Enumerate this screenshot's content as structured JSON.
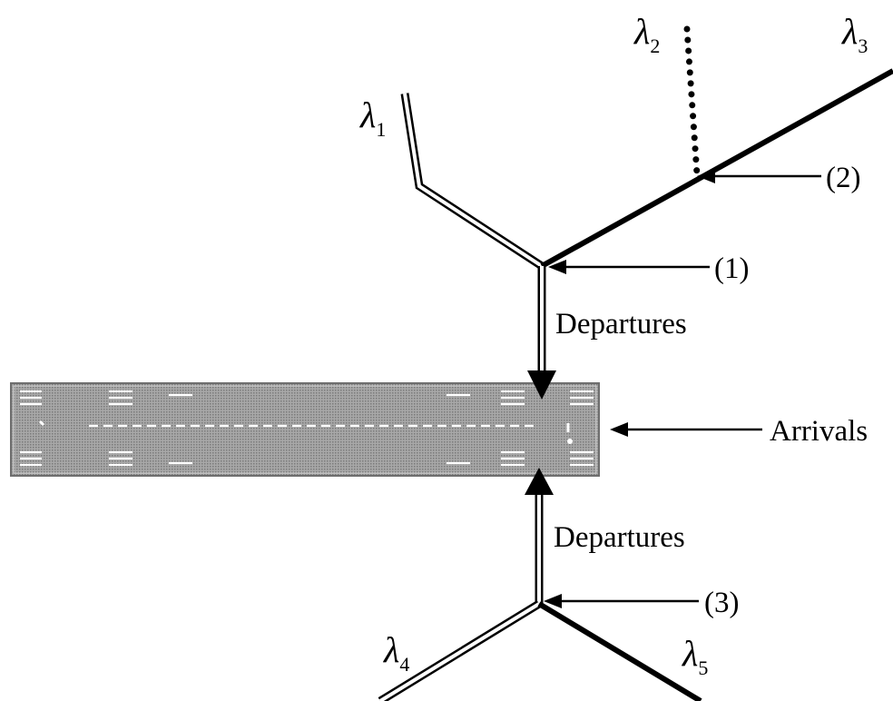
{
  "streams": {
    "lambda1": {
      "symbol": "λ",
      "sub": "1"
    },
    "lambda2": {
      "symbol": "λ",
      "sub": "2"
    },
    "lambda3": {
      "symbol": "λ",
      "sub": "3"
    },
    "lambda4": {
      "symbol": "λ",
      "sub": "4"
    },
    "lambda5": {
      "symbol": "λ",
      "sub": "5"
    }
  },
  "merge_points": {
    "p1": "(1)",
    "p2": "(2)",
    "p3": "(3)"
  },
  "flows": {
    "departures_top": "Departures",
    "departures_bottom": "Departures",
    "arrivals": "Arrivals"
  },
  "colors": {
    "line": "#000000",
    "runway_fill": "#8a8a8a",
    "runway_marking": "#ffffff"
  }
}
